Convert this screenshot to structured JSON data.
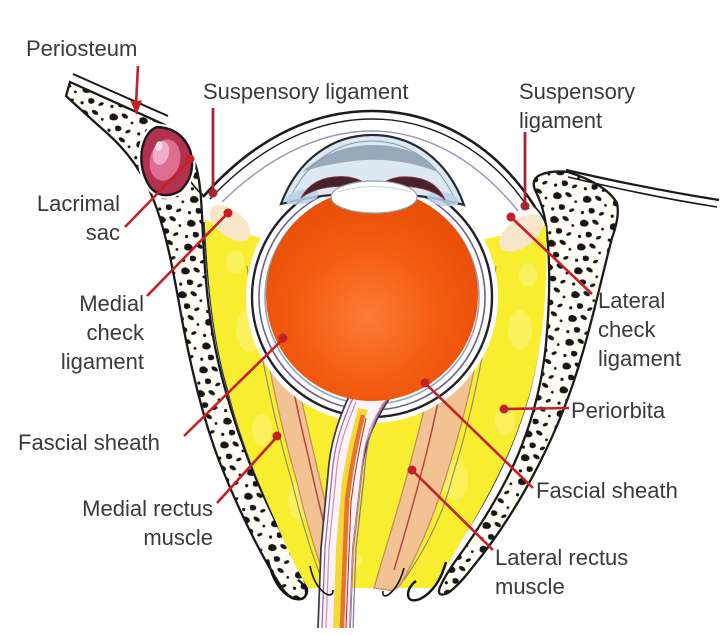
{
  "palette": {
    "label_text": "#3b393a",
    "leader_red": "#c42127",
    "leader_dark_red": "#a8272e",
    "fat_yellow": "#f8ee2f",
    "muscle_peach": "#f3c292",
    "eyeball_orange": "#ef5309",
    "lacrimal_pink": "#b3304e",
    "cornea_gray_blue": "#dce9f3",
    "bone_speckle": "#161616"
  },
  "labels": {
    "periosteum": "Periosteum",
    "suspensory_ligament_medial": "Suspensory ligament",
    "suspensory_ligament_lateral": "Suspensory\nligament",
    "lacrimal_sac": "Lacrimal\nsac",
    "medial_check_ligament": "Medial\ncheck\nligament",
    "fascial_sheath_medial": "Fascial sheath",
    "medial_rectus_muscle": "Medial rectus\nmuscle",
    "lateral_check_ligament": "Lateral\ncheck\nligament",
    "periorbita": "Periorbita",
    "fascial_sheath_lateral": "Fascial sheath",
    "lateral_rectus_muscle": "Lateral rectus\nmuscle"
  }
}
